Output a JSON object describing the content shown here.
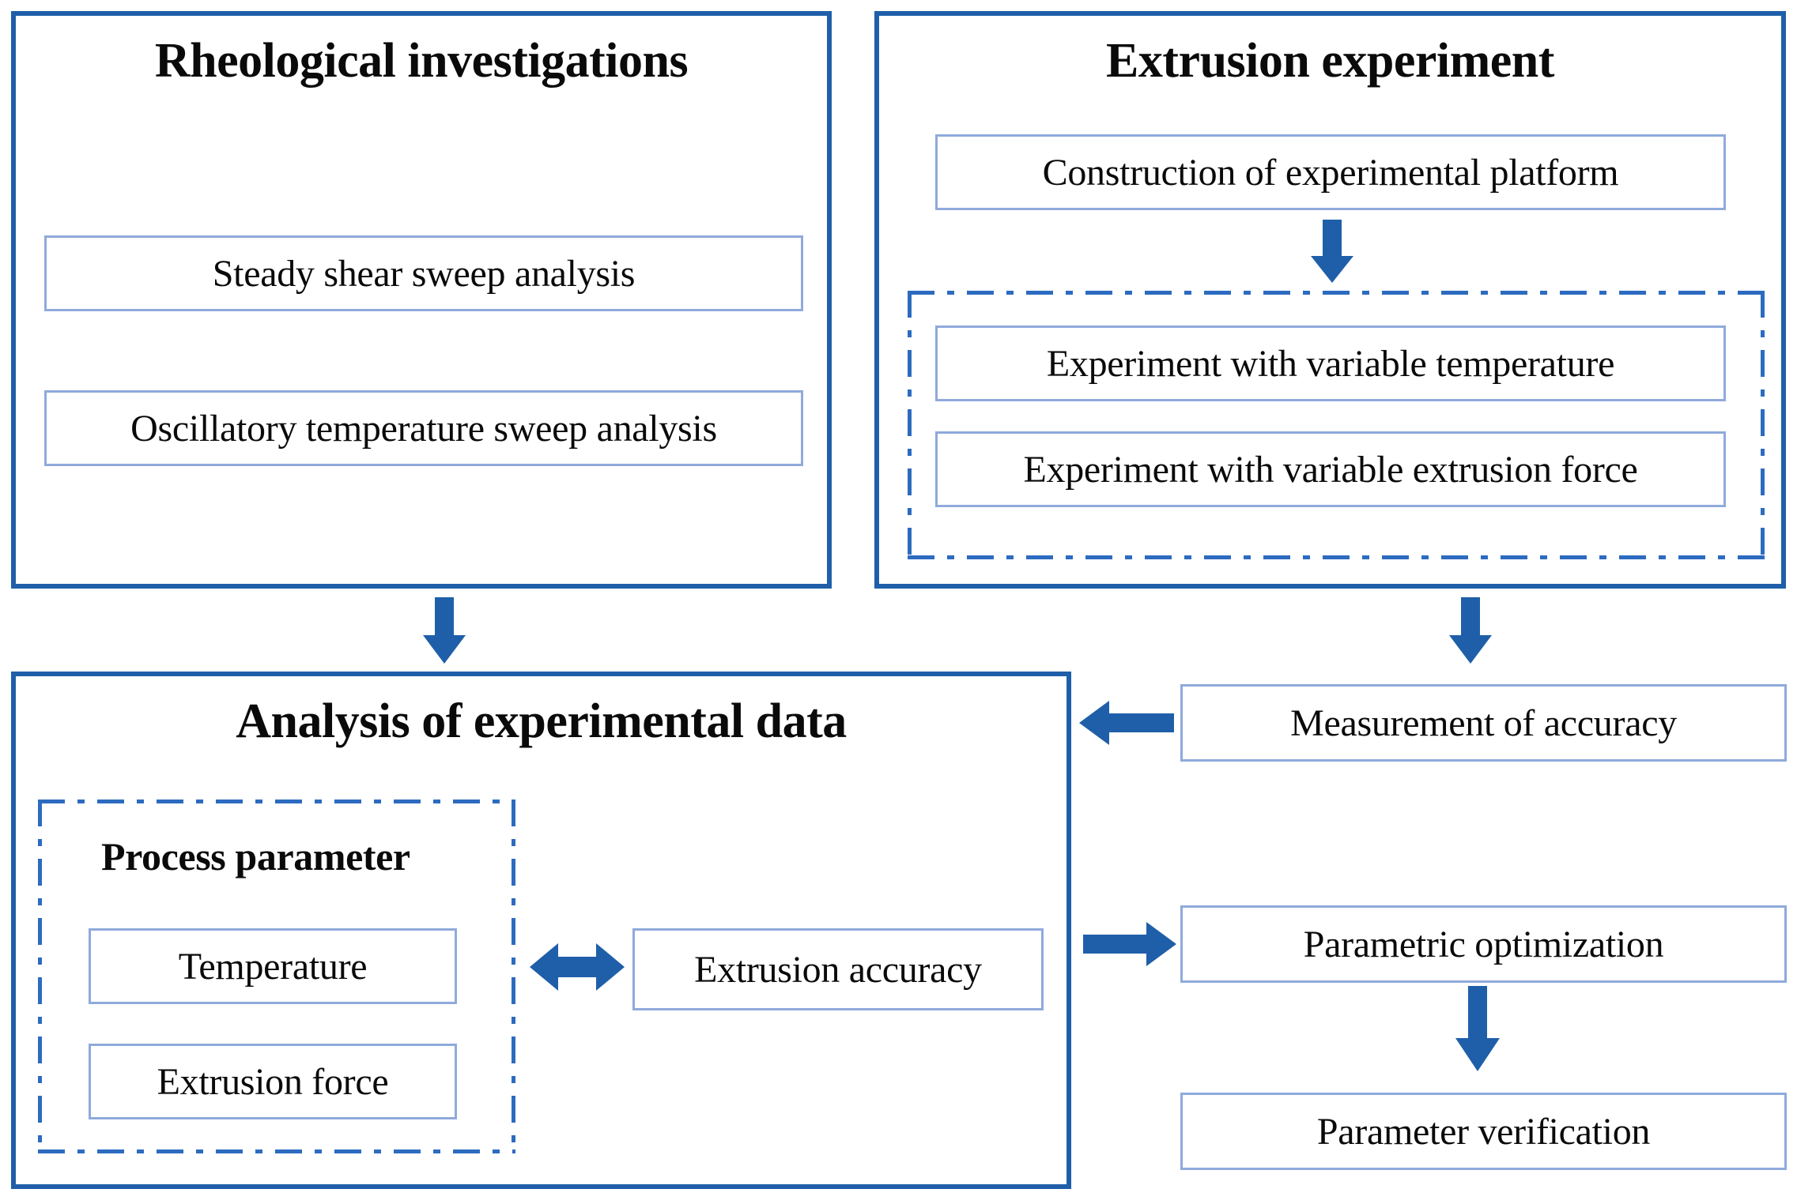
{
  "diagram": {
    "title": "Research workflow flowchart",
    "colors": {
      "panel_border": "#1F5FA9",
      "box_border": "#8FAADC",
      "dashdot_border": "#2C6BC0",
      "arrow_fill": "#1F5FA9",
      "text": "#0A0A0A",
      "background": "#FFFFFF"
    }
  },
  "rheological_panel": {
    "title": "Rheological investigations",
    "boxes": [
      {
        "label": "Steady shear sweep analysis"
      },
      {
        "label": "Oscillatory temperature sweep analysis"
      }
    ]
  },
  "extrusion_panel": {
    "title": "Extrusion experiment",
    "platform_box": {
      "label": "Construction of experimental platform"
    },
    "variable_group": {
      "boxes": [
        {
          "label": "Experiment with variable temperature"
        },
        {
          "label": "Experiment with variable extrusion force"
        }
      ]
    }
  },
  "analysis_panel": {
    "title": "Analysis of experimental data",
    "process_parameter_group": {
      "label": "Process parameter",
      "boxes": [
        {
          "label": "Temperature"
        },
        {
          "label": "Extrusion force"
        }
      ]
    },
    "accuracy_box": {
      "label": "Extrusion accuracy"
    }
  },
  "right_column": {
    "boxes": [
      {
        "label": "Measurement of accuracy"
      },
      {
        "label": "Parametric optimization"
      },
      {
        "label": "Parameter verification"
      }
    ]
  },
  "arrows": [
    {
      "name": "rheological-to-analysis",
      "direction": "down"
    },
    {
      "name": "platform-to-variable-group",
      "direction": "down"
    },
    {
      "name": "extrusion-to-measurement",
      "direction": "down"
    },
    {
      "name": "measurement-to-analysis",
      "direction": "left"
    },
    {
      "name": "process-parameter-to-accuracy",
      "direction": "both"
    },
    {
      "name": "accuracy-to-parametric-optimization",
      "direction": "right"
    },
    {
      "name": "optimization-to-verification",
      "direction": "down"
    }
  ]
}
